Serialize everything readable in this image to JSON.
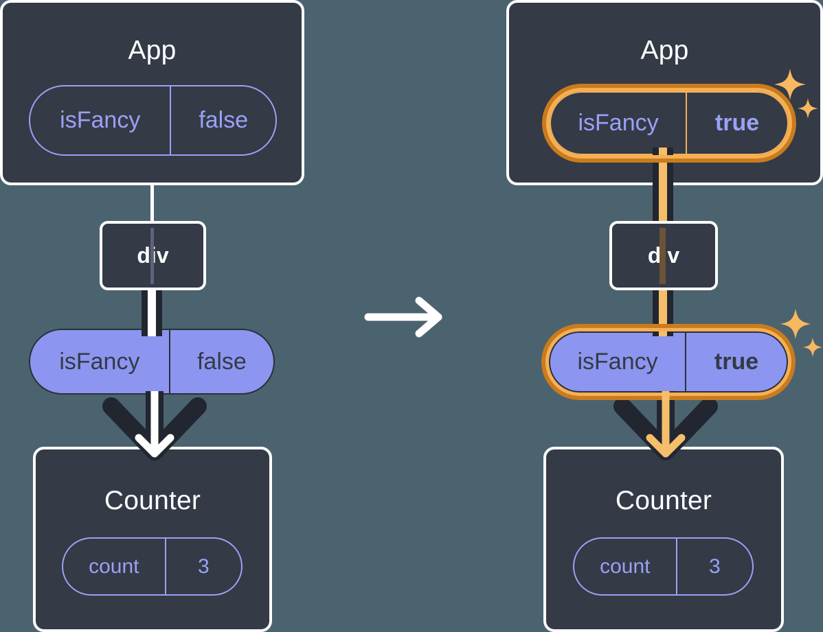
{
  "diagram": {
    "title": "React state propagation: isFancy false to true",
    "background_color": "#4b636e",
    "box_fill": "#343a46",
    "box_stroke": "#ffffff",
    "pill_lavender": "#8c96f0",
    "pill_outline_stroke": "#9aa1f5",
    "highlight_outer": "#c97b1e",
    "highlight_inner": "#f5b055",
    "arrow_dark": "#222630",
    "arrow_orange": "#f5be6a",
    "sparkle_color": "#f8b860"
  },
  "transition": {
    "icon": "arrow-right-icon",
    "color": "#ffffff"
  },
  "panels": [
    {
      "id": "before",
      "app": {
        "title": "App",
        "state": {
          "key": "isFancy",
          "value": "false",
          "style": "outline",
          "highlighted": false,
          "value_bold": false
        }
      },
      "dom": {
        "label": "div"
      },
      "prop": {
        "key": "isFancy",
        "value": "false",
        "style": "filled",
        "highlighted": false,
        "value_bold": false
      },
      "child": {
        "title": "Counter",
        "state": {
          "key": "count",
          "value": "3",
          "style": "outline",
          "highlighted": false,
          "value_bold": false
        }
      },
      "sparkles": false
    },
    {
      "id": "after",
      "app": {
        "title": "App",
        "state": {
          "key": "isFancy",
          "value": "true",
          "style": "outline",
          "highlighted": true,
          "value_bold": true
        }
      },
      "dom": {
        "label": "div"
      },
      "prop": {
        "key": "isFancy",
        "value": "true",
        "style": "filled",
        "highlighted": true,
        "value_bold": true
      },
      "child": {
        "title": "Counter",
        "state": {
          "key": "count",
          "value": "3",
          "style": "outline",
          "highlighted": false,
          "value_bold": false
        }
      },
      "sparkles": true
    }
  ]
}
